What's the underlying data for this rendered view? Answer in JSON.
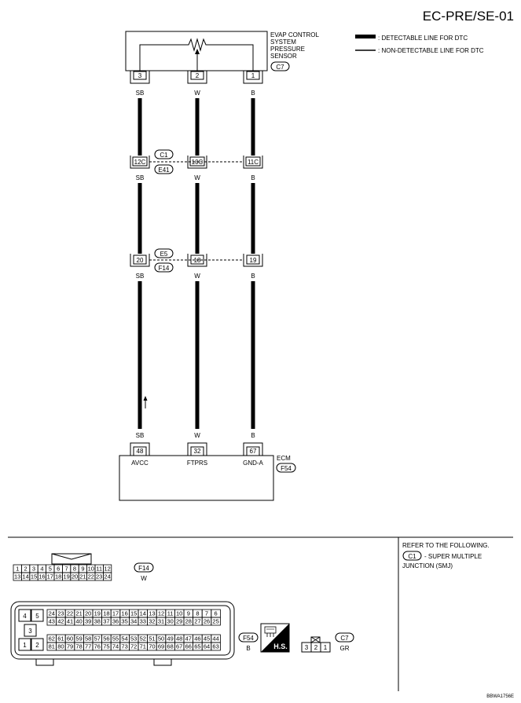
{
  "page_code": "EC-PRE/SE-01",
  "image_code": "BBWA1756E",
  "legend": {
    "detectable": ": DETECTABLE LINE FOR DTC",
    "non_detectable": ": NON-DETECTABLE LINE FOR DTC"
  },
  "sensor": {
    "name_lines": [
      "EVAP CONTROL",
      "SYSTEM",
      "PRESSURE",
      "SENSOR"
    ],
    "connector": "C7",
    "pins": [
      "3",
      "2",
      "1"
    ]
  },
  "wires": {
    "colors": [
      "SB",
      "W",
      "B"
    ]
  },
  "junction1": {
    "connector_top": "C1",
    "connector_bottom": "E41",
    "pins": [
      "12C",
      "10C",
      "11C"
    ]
  },
  "junction2": {
    "connector_top": "E5",
    "connector_bottom": "F14",
    "pins": [
      "20",
      "18",
      "19"
    ]
  },
  "ecm": {
    "name": "ECM",
    "connector": "F54",
    "pins": [
      "48",
      "32",
      "67"
    ],
    "terminals": [
      "AVCC",
      "FTPRS",
      "GND-A"
    ]
  },
  "connector_f14": {
    "id": "F14",
    "color": "W",
    "row1": [
      "1",
      "2",
      "3",
      "4",
      "5",
      "6",
      "7",
      "8",
      "9",
      "10",
      "11",
      "12"
    ],
    "row2": [
      "13",
      "14",
      "15",
      "16",
      "17",
      "18",
      "19",
      "20",
      "21",
      "22",
      "23",
      "24"
    ]
  },
  "connector_f54": {
    "id": "F54",
    "color": "B",
    "left_top": [
      "4",
      "5"
    ],
    "left_mid": "3",
    "left_bottom": [
      "1",
      "2"
    ],
    "row1": [
      "24",
      "23",
      "22",
      "21",
      "20",
      "19",
      "18",
      "17",
      "16",
      "15",
      "14",
      "13",
      "12",
      "11",
      "10",
      "9",
      "8",
      "7",
      "6"
    ],
    "row2": [
      "43",
      "42",
      "41",
      "40",
      "39",
      "38",
      "37",
      "36",
      "35",
      "34",
      "33",
      "32",
      "31",
      "30",
      "29",
      "28",
      "27",
      "26",
      "25"
    ],
    "row3": [
      "62",
      "61",
      "60",
      "59",
      "58",
      "57",
      "56",
      "55",
      "54",
      "53",
      "52",
      "51",
      "50",
      "49",
      "48",
      "47",
      "46",
      "45",
      "44"
    ],
    "row4": [
      "81",
      "80",
      "79",
      "78",
      "77",
      "76",
      "75",
      "74",
      "73",
      "72",
      "71",
      "70",
      "69",
      "68",
      "67",
      "66",
      "65",
      "64",
      "63"
    ],
    "hs_label": "H.S."
  },
  "connector_c7": {
    "id": "C7",
    "color": "GR",
    "pins": [
      "3",
      "2",
      "1"
    ]
  },
  "note": {
    "title": "REFER TO THE FOLLOWING.",
    "ref_id": "C1",
    "ref_text_1": "- SUPER MULTIPLE",
    "ref_text_2": "JUNCTION (SMJ)"
  }
}
